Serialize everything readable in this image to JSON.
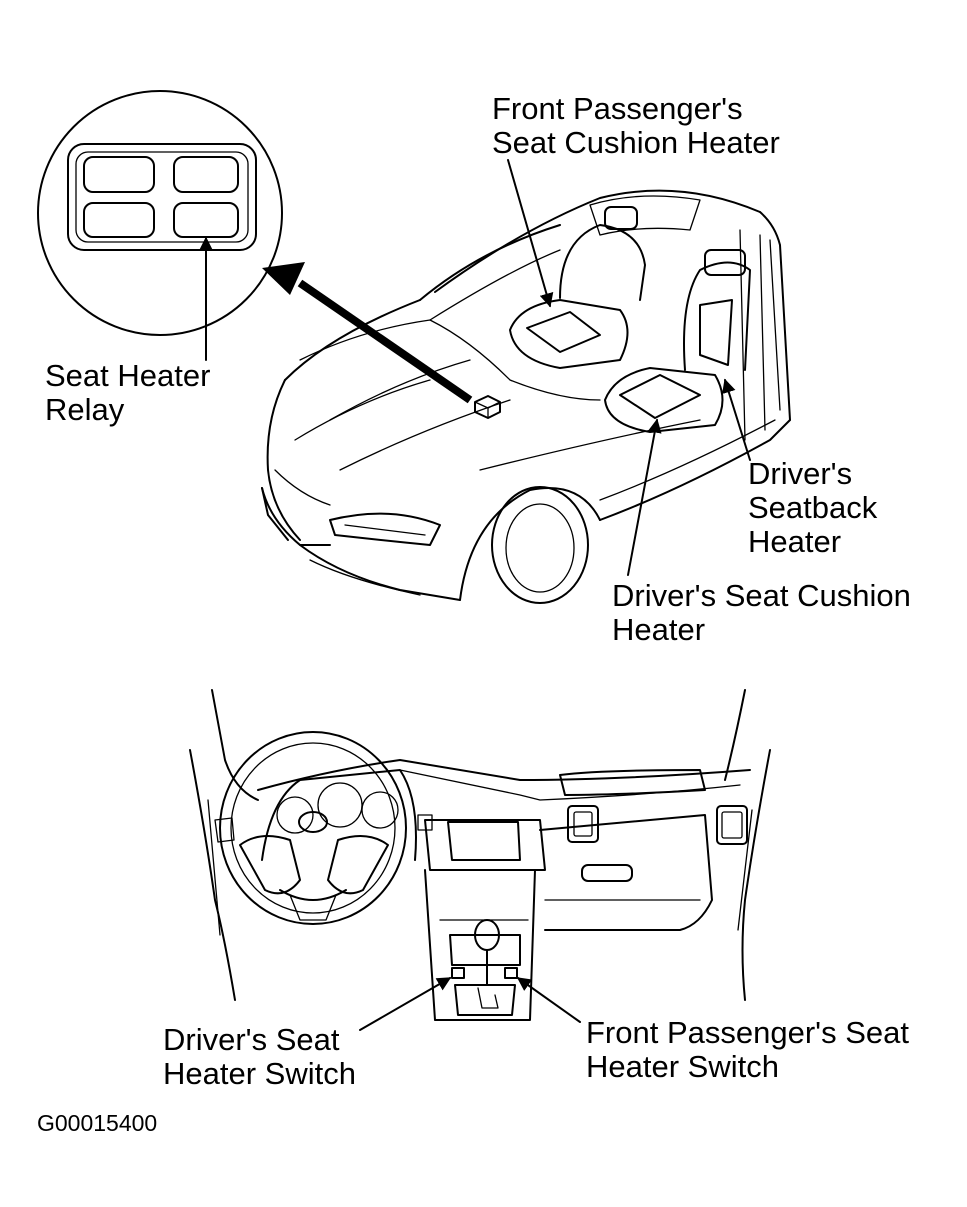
{
  "labels": {
    "passenger_cushion_1": "Front Passenger's",
    "passenger_cushion_2": "Seat Cushion Heater",
    "relay_1": "Seat Heater",
    "relay_2": "Relay",
    "seatback_1": "Driver's",
    "seatback_2": "Seatback",
    "seatback_3": "Heater",
    "driver_cushion_1": "Driver's Seat Cushion",
    "driver_cushion_2": "Heater",
    "driver_switch_1": "Driver's Seat",
    "driver_switch_2": "Heater Switch",
    "passenger_switch_1": "Front Passenger's Seat",
    "passenger_switch_2": "Heater Switch"
  },
  "figure_code": "G00015400"
}
